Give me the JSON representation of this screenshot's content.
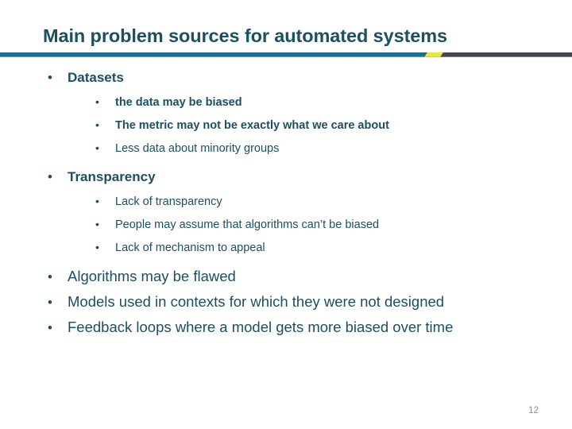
{
  "slide": {
    "title": "Main problem sources for automated systems",
    "page_number": "12",
    "colors": {
      "title_text": "#1c4f63",
      "body_text": "#1c4f63",
      "divider_teal": "#1c6e92",
      "divider_dark": "#43474f",
      "divider_accent_yellow": "#e8e83c",
      "page_number_text": "#8c8c8c",
      "background": "#ffffff"
    },
    "bullet_glyph": "•",
    "outline": [
      {
        "level": 1,
        "bold": true,
        "text": "Datasets"
      },
      {
        "level": 2,
        "bold": true,
        "text": "the data may be biased"
      },
      {
        "level": 2,
        "bold": true,
        "text": "The metric may not be exactly what we care about"
      },
      {
        "level": 2,
        "bold": false,
        "text": "Less data about minority groups"
      },
      {
        "level": 1,
        "bold": true,
        "text": "Transparency"
      },
      {
        "level": 2,
        "bold": false,
        "text": "Lack of transparency"
      },
      {
        "level": 2,
        "bold": false,
        "text": "People may assume that algorithms can’t be biased"
      },
      {
        "level": 2,
        "bold": false,
        "text": "Lack of mechanism to appeal"
      },
      {
        "level": 1,
        "bold": false,
        "text": "Algorithms may be flawed"
      },
      {
        "level": 1,
        "bold": false,
        "text": "Models used in contexts for which they were not designed"
      },
      {
        "level": 1,
        "bold": false,
        "text": "Feedback loops where a model gets more biased over time"
      }
    ]
  }
}
